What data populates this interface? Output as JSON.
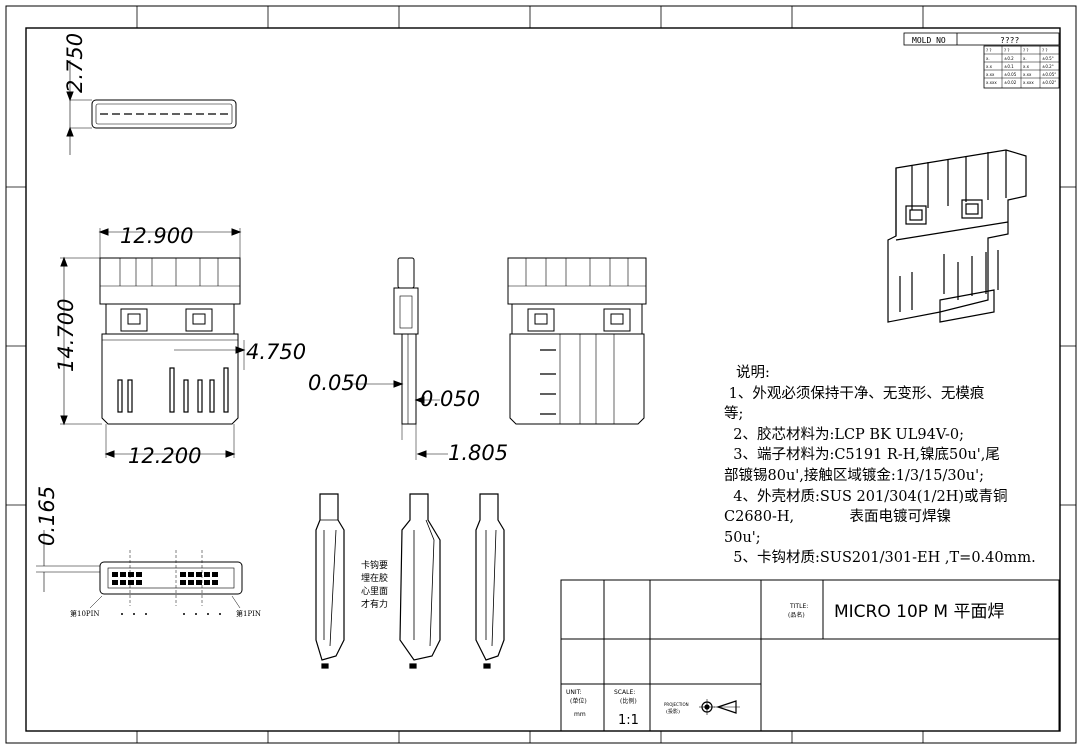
{
  "mold_no": {
    "label": "MOLD NO",
    "value": "????"
  },
  "tolerance_table": {
    "header": [
      "? ?",
      "? ?",
      "? ?",
      "? ?"
    ],
    "rows": [
      [
        "x.",
        "±0.2",
        "x.",
        "±0.5°"
      ],
      [
        "x.x",
        "±0.1",
        "x.x",
        "±0.2°"
      ],
      [
        "x.xx",
        "±0.05",
        "x.xx",
        "±0.05°"
      ],
      [
        "x.xxx",
        "±0.02",
        "x.xxx",
        "±0.02°"
      ]
    ]
  },
  "dimensions": {
    "d1": "2.750",
    "d2": "12.900",
    "d3": "14.700",
    "d4": "4.750",
    "d5": "12.200",
    "d6": "0.050",
    "d7": "0.050",
    "d8": "1.805",
    "d9": "0.165"
  },
  "pin_labels": {
    "left": "第10PIN",
    "right": "第1PIN"
  },
  "hook_note": [
    "卡钩要",
    "埋在胶",
    "心里面",
    "才有力"
  ],
  "notes": {
    "heading": "说明:",
    "lines": [
      " 1、外观必须保持干净、无变形、无模痕",
      "等;",
      "  2、胶芯材料为:LCP BK UL94V-0;",
      "  3、端子材料为:C5191 R-H,镍底50u',尾",
      "部镀锡80u',接触区域镀金:1/3/15/30u';",
      "  4、外壳材质:SUS 201/304(1/2H)或青铜",
      "C2680-H,            表面电镀可焊镍",
      "50u';",
      "  5、卡钩材质:SUS201/301-EH ,T=0.40mm."
    ]
  },
  "title_block": {
    "title_label_en": "TITLE:",
    "title_label_cn": "(品名)",
    "title": "MICRO 10P M 平面焊",
    "unit_label_en": "UNIT:",
    "unit_label_cn": "(单位)",
    "unit": "mm",
    "scale_label_en": "SCALE:",
    "scale_label_cn": "(比例)",
    "scale": "1:1",
    "projection_label_en": "PROJECTION",
    "projection_label_cn": "(投影)"
  }
}
